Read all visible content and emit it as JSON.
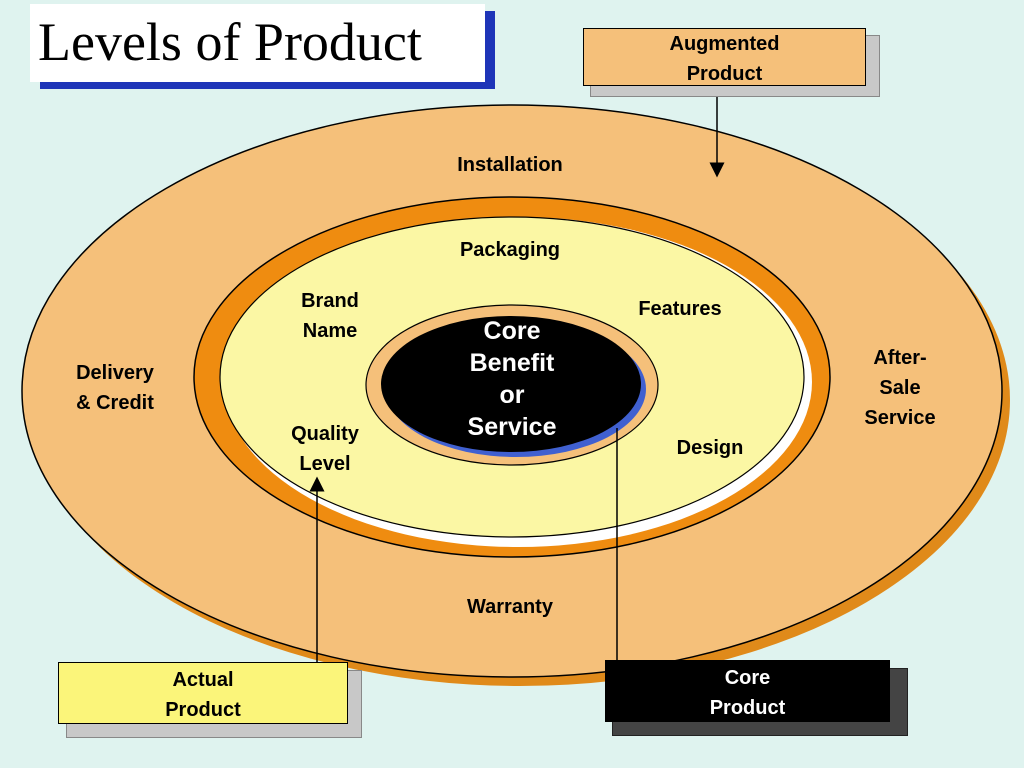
{
  "title": "Levels of Product",
  "rings": {
    "augmented": {
      "top": "Installation",
      "left": "Delivery\n& Credit",
      "right": "After-\nSale\nService",
      "bottom": "Warranty",
      "fill": "#f5c07a"
    },
    "actual": {
      "top": "Packaging",
      "upper_left": "Brand\nName",
      "upper_right": "Features",
      "lower_left": "Quality\nLevel",
      "lower_right": "Design",
      "fill": "#fbf7a4",
      "band": "#ef8c10"
    },
    "core": {
      "label": "Core\nBenefit\nor\nService",
      "fill": "#000000"
    }
  },
  "callouts": {
    "augmented": "Augmented\nProduct",
    "actual": "Actual\nProduct",
    "core": "Core\nProduct"
  },
  "colors": {
    "background": "#dff3ef",
    "title_shadow": "#1e35b8"
  }
}
